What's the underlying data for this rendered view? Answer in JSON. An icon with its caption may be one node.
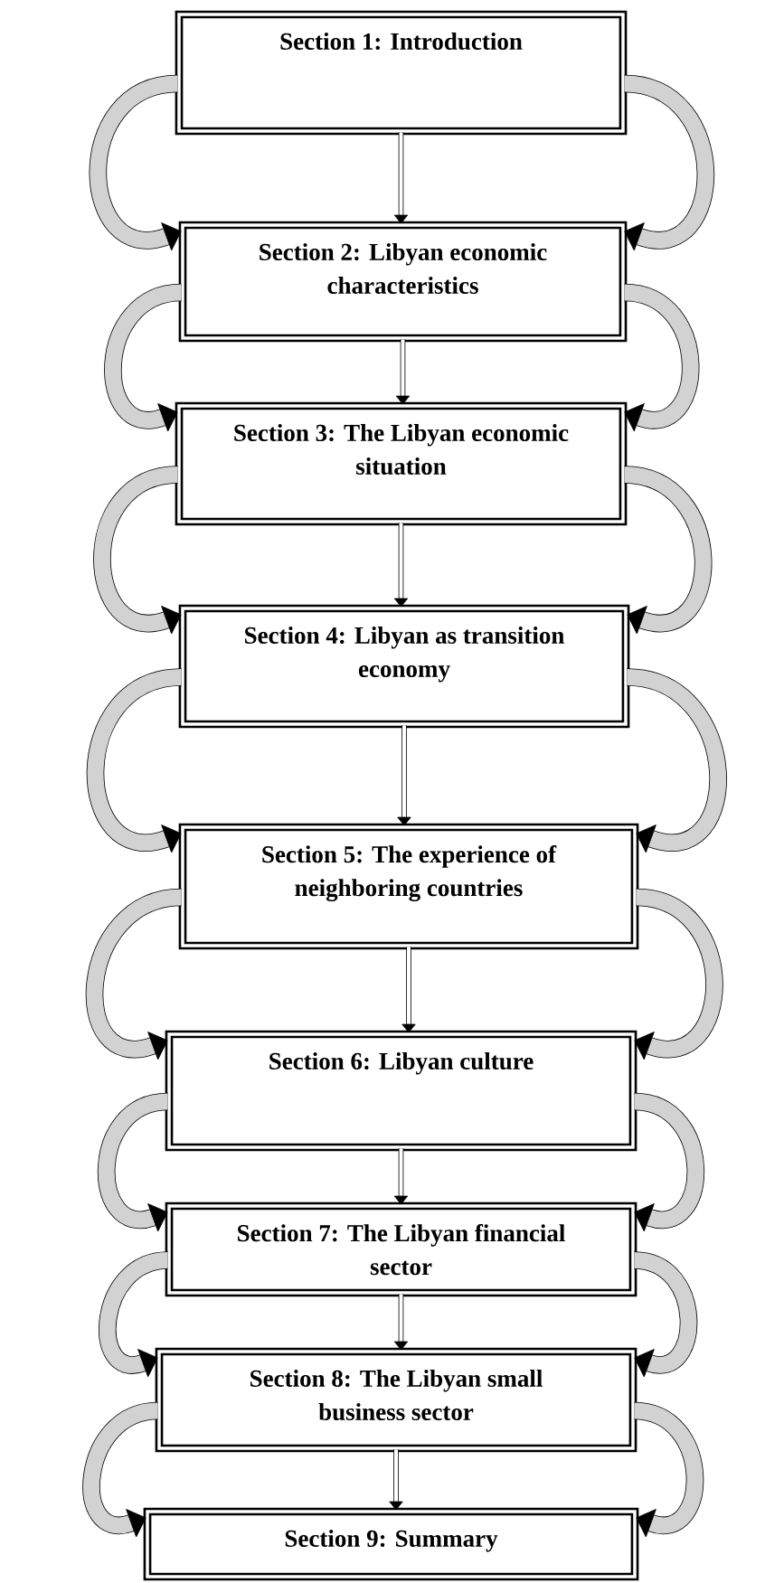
{
  "diagram": {
    "nodes": [
      {
        "text": [
          "Section 1: Introduction"
        ]
      },
      {
        "text": [
          "Section 2: Libyan economic characteristics"
        ]
      },
      {
        "text": [
          "Section 3: The Libyan economic situation"
        ]
      },
      {
        "text": [
          "Section 4: Libyan as transition economy"
        ]
      },
      {
        "text": [
          "Section 5: The experience of neighboring countries"
        ]
      },
      {
        "text": [
          "Section 6: Libyan culture"
        ]
      },
      {
        "text": [
          "Section 7: The Libyan financial sector"
        ]
      },
      {
        "text": [
          "Section 8: The Libyan small business sector"
        ]
      },
      {
        "text": [
          "Section 9: Summary"
        ]
      }
    ],
    "edges": [
      {
        "from": 0,
        "to": 1,
        "arrow": "to"
      },
      {
        "from": 0,
        "to": 1,
        "arrow": "to"
      },
      {
        "from": 0,
        "to": 1,
        "arrow": "to"
      },
      {
        "from": 1,
        "to": 2,
        "arrow": "to"
      },
      {
        "from": 1,
        "to": 2,
        "arrow": "to"
      },
      {
        "from": 1,
        "to": 2,
        "arrow": "to"
      },
      {
        "from": 2,
        "to": 3,
        "arrow": "to"
      },
      {
        "from": 2,
        "to": 3,
        "arrow": "to"
      },
      {
        "from": 2,
        "to": 3,
        "arrow": "to"
      },
      {
        "from": 3,
        "to": 4,
        "arrow": "to"
      },
      {
        "from": 3,
        "to": 4,
        "arrow": "to"
      },
      {
        "from": 3,
        "to": 4,
        "arrow": "to"
      },
      {
        "from": 4,
        "to": 5,
        "arrow": "to"
      },
      {
        "from": 4,
        "to": 5,
        "arrow": "to"
      },
      {
        "from": 4,
        "to": 5,
        "arrow": "to"
      },
      {
        "from": 5,
        "to": 6,
        "arrow": "to"
      },
      {
        "from": 5,
        "to": 6,
        "arrow": "to"
      },
      {
        "from": 5,
        "to": 6,
        "arrow": "to"
      },
      {
        "from": 6,
        "to": 7,
        "arrow": "to"
      },
      {
        "from": 6,
        "to": 7,
        "arrow": "to"
      },
      {
        "from": 6,
        "to": 7,
        "arrow": "to"
      },
      {
        "from": 7,
        "to": 8,
        "arrow": "to"
      },
      {
        "from": 7,
        "to": 8,
        "arrow": "to"
      },
      {
        "from": 7,
        "to": 8,
        "arrow": "to"
      }
    ]
  }
}
